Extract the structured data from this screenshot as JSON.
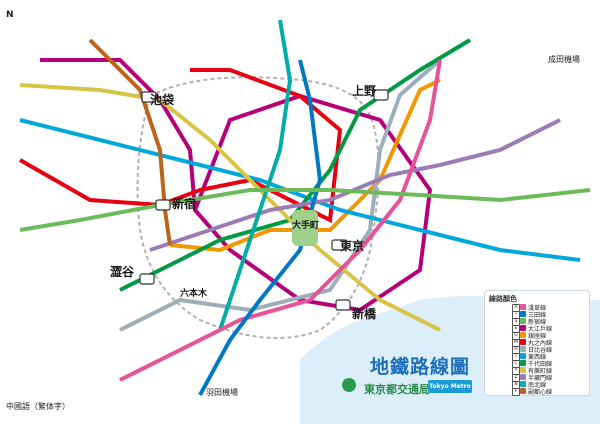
{
  "title": "地鐵路線圖",
  "org": "東京都交通局",
  "metro_logo": "Tokyo Metro",
  "language": "中國語（繁体字）",
  "compass": "N",
  "airports": {
    "narita": "成田機場",
    "haneda": "羽田機場"
  },
  "hubs": {
    "ikebukuro": "池袋",
    "ueno": "上野",
    "shinjuku": "新宿",
    "shibuya": "澀谷",
    "tokyo": "東京",
    "otemachi": "大手町",
    "shimbashi": "新橋",
    "roppongi": "六本木"
  },
  "legend": {
    "title": "線路顏色",
    "rows": [
      {
        "code": "A",
        "label": "淺草線",
        "color": "#e85298"
      },
      {
        "code": "I",
        "label": "三田線",
        "color": "#0079c2"
      },
      {
        "code": "S",
        "label": "新宿線",
        "color": "#6cbb5a"
      },
      {
        "code": "E",
        "label": "大江戶線",
        "color": "#b6007a"
      },
      {
        "code": "G",
        "label": "銀座線",
        "color": "#f39700"
      },
      {
        "code": "M",
        "label": "丸之內線",
        "color": "#e60012"
      },
      {
        "code": "H",
        "label": "日比谷線",
        "color": "#9caeb7"
      },
      {
        "code": "T",
        "label": "東西線",
        "color": "#00a7db"
      },
      {
        "code": "C",
        "label": "千代田線",
        "color": "#009944"
      },
      {
        "code": "Y",
        "label": "有樂町線",
        "color": "#d7c447"
      },
      {
        "code": "Z",
        "label": "半藏門線",
        "color": "#9b7cb6"
      },
      {
        "code": "N",
        "label": "南北線",
        "color": "#00ada9"
      },
      {
        "code": "F",
        "label": "副都心線",
        "color": "#bb641d"
      }
    ]
  }
}
